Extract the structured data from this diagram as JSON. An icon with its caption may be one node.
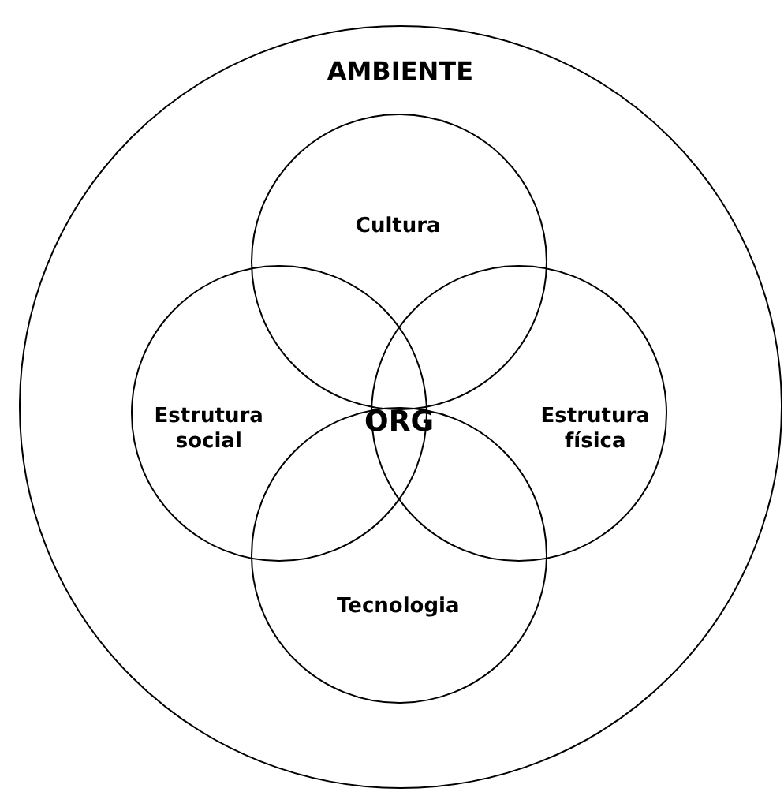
{
  "diagram": {
    "nodes": [
      {
        "text": [
          "AMBIENTE"
        ]
      },
      {
        "text": [
          "Cultura"
        ],
        "in": 0
      },
      {
        "text": [
          "Estrutura social"
        ],
        "in": 0
      },
      {
        "text": [
          "Estrutura física"
        ],
        "in": 0
      },
      {
        "text": [
          "Tecnologia"
        ],
        "in": 0
      }
    ],
    "labels": [
      "ORG"
    ]
  }
}
